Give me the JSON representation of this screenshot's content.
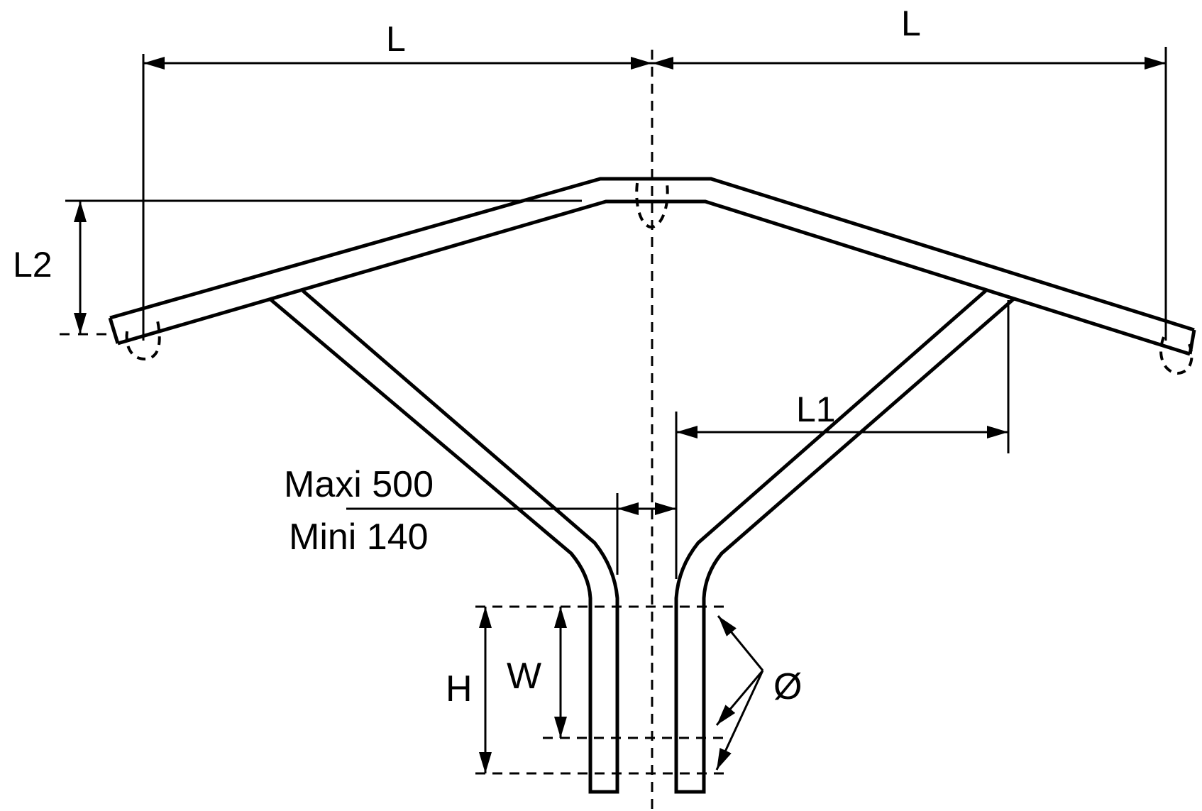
{
  "diagram": {
    "type": "technical-dimension-drawing",
    "subject": "Y-shaped bent bar / bracket with two parallel prongs",
    "labels": {
      "L_left": "L",
      "L_right": "L",
      "L1": "L1",
      "L2": "L2",
      "gap_max": "Maxi 500",
      "gap_min": "Mini 140",
      "H": "H",
      "W": "W",
      "diameter": "Ø"
    },
    "colors": {
      "stroke": "#000000",
      "background": "#ffffff"
    }
  }
}
